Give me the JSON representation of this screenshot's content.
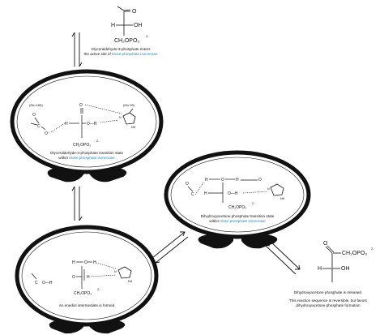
{
  "colors": {
    "ink": "#111111",
    "enzyme": "#1a8cc8",
    "background": "#ffffff"
  },
  "top_molecule": {
    "o_label": "O",
    "h_label": "H",
    "oh_label": "OH",
    "ch2_label": "CH₂OPO₃",
    "charge": "2-",
    "caption_line1": "Glyceraldehyde-3-phosphate enters",
    "caption_line2_prefix": "the active site of ",
    "caption_line2_enzyme": "triose phosphate isomerase"
  },
  "state1": {
    "glu_label": "(Glu 165)",
    "his_label": "(His 95)",
    "o_top": "O",
    "h_left": "H",
    "h_mid": "H",
    "o_mid": "O",
    "oh_label": "O—H",
    "ch2_label": "CH₂OPO₃",
    "charge": "2-",
    "carboxyl_o": "O",
    "c_label": "C",
    "o_minus": "O⁻",
    "n_label": "N",
    "nh_label": "NH",
    "caption_line1": "Glyceraldehyde-3-phosphate transition state",
    "caption_line2_prefix": "within ",
    "caption_line2_enzyme": "triose phosphate isomerase"
  },
  "state2": {
    "h_top": "H",
    "o_top": "O",
    "h_mid": "H",
    "o_mid": "O",
    "h_right": "H",
    "c_label": "C",
    "oh_label": "O—H",
    "o_label": "O",
    "ch2_label": "CH₂OPO₃",
    "charge": "2-",
    "n_label": "N",
    "nh_label": "NH",
    "caption_line1": "Dihydroxyacetone phosphate transition state",
    "caption_line2_prefix": "within ",
    "caption_line2_enzyme": "triose phosphate isomerase"
  },
  "state3": {
    "h_top": "H",
    "o_top": "O",
    "h_mid": "H",
    "o_mid": "O",
    "h_right": "H",
    "c_label": "C",
    "oh_label": "O—H",
    "ch2_label": "CH₂OPO₃",
    "charge": "2-",
    "n_label": "N",
    "nh_label": "NH",
    "caption": "An enediol intermediate is formed"
  },
  "final_molecule": {
    "o_label": "O",
    "ch2_label": "CH₂OPO₃",
    "charge": "2-",
    "h_label": "H",
    "oh_label": "OH",
    "caption": "Dihydroxyacetone phosphate is released.",
    "note_line1": "This reaction sequence is reversible, but favors",
    "note_line2": "dihydroxyacetone phosphate formation"
  }
}
